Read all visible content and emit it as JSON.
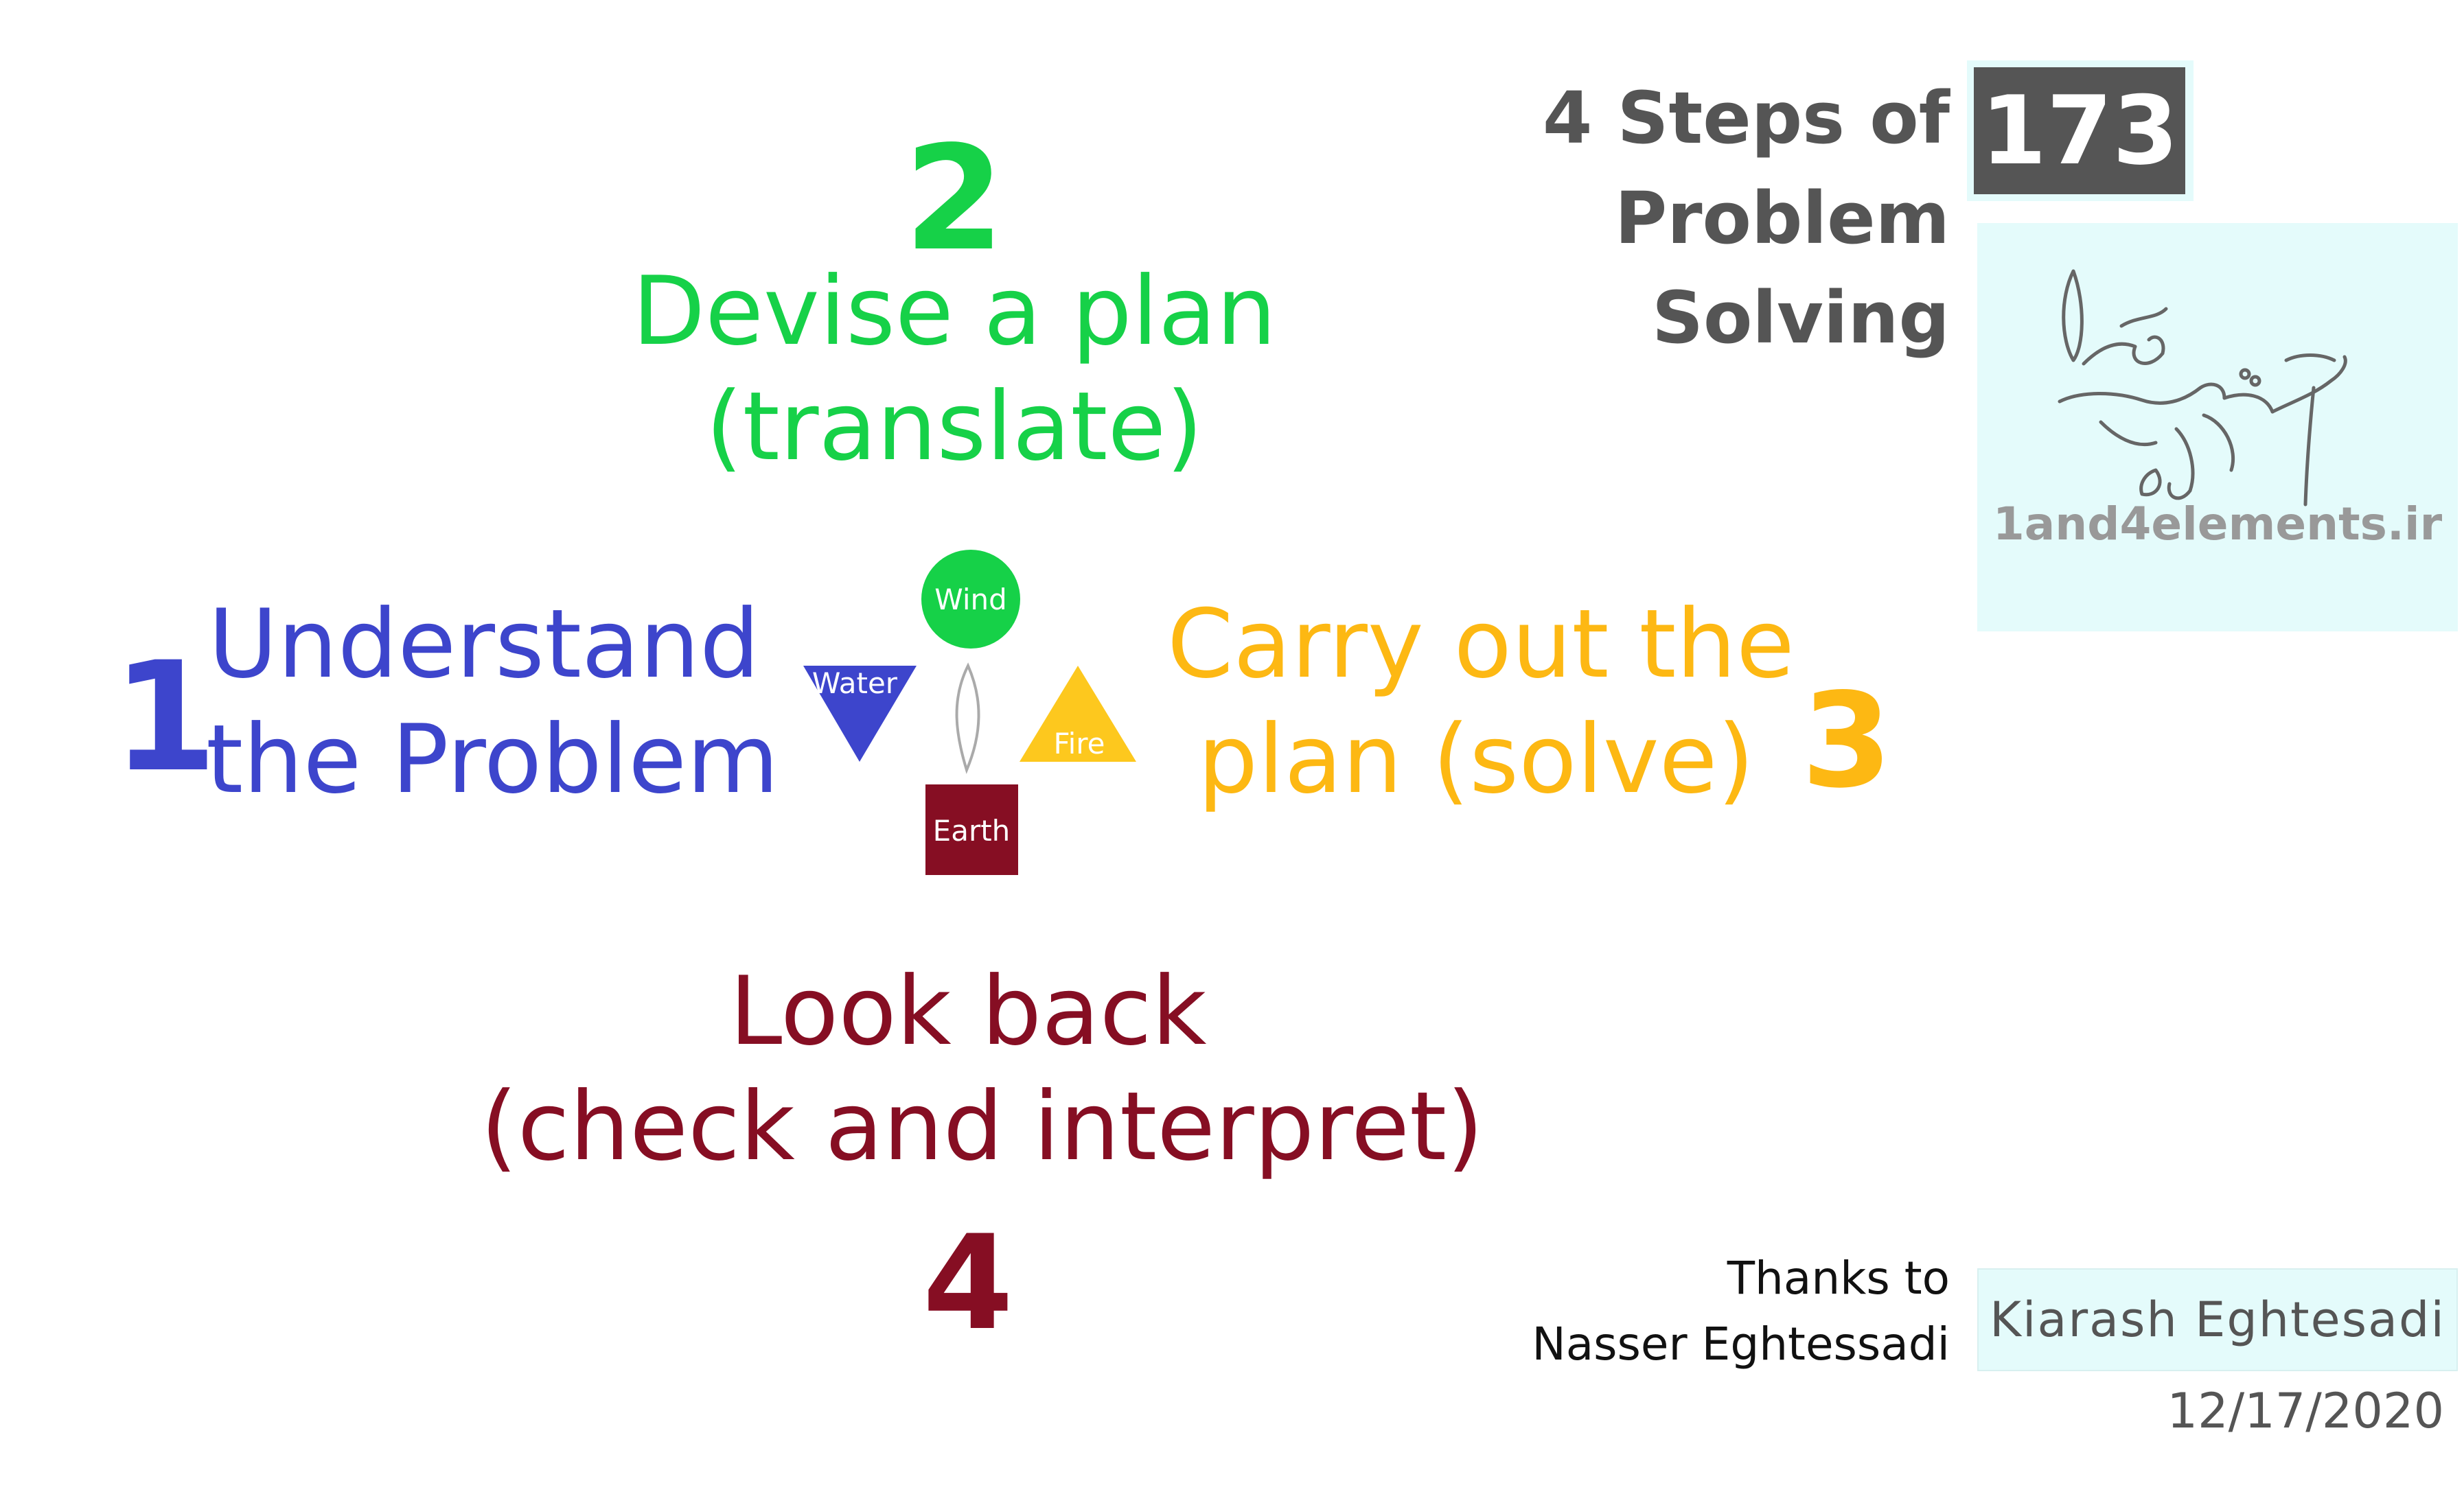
{
  "colors": {
    "understand": "#3d45cc",
    "devise": "#16d148",
    "carry": "#fdb813",
    "look": "#860e23",
    "title_gray": "#555555",
    "panel_bg": "#e4fbfb"
  },
  "steps": {
    "understand": {
      "number": "1",
      "line1": "Understand",
      "line2": "the Problem"
    },
    "devise": {
      "number": "2",
      "line1": "Devise a plan",
      "line2": "(translate)"
    },
    "carry": {
      "number": "3",
      "line1": "Carry out the",
      "line2": "plan (solve)"
    },
    "look": {
      "number": "4",
      "line1": "Look back",
      "line2": "(check and interpret)"
    }
  },
  "elements": {
    "wind": "Wind",
    "water": "Water",
    "fire": "Fire",
    "earth": "Earth"
  },
  "title": {
    "line1": "4 Steps of",
    "line2": "Problem",
    "line3": "Solving",
    "badge": "173"
  },
  "logo": {
    "site": "1and4elements.ir"
  },
  "credits": {
    "thanks_line1": "Thanks to",
    "thanks_line2": "Nasser Eghtessadi",
    "author": "Kiarash Eghtesadi",
    "date": "12/17/2020"
  }
}
